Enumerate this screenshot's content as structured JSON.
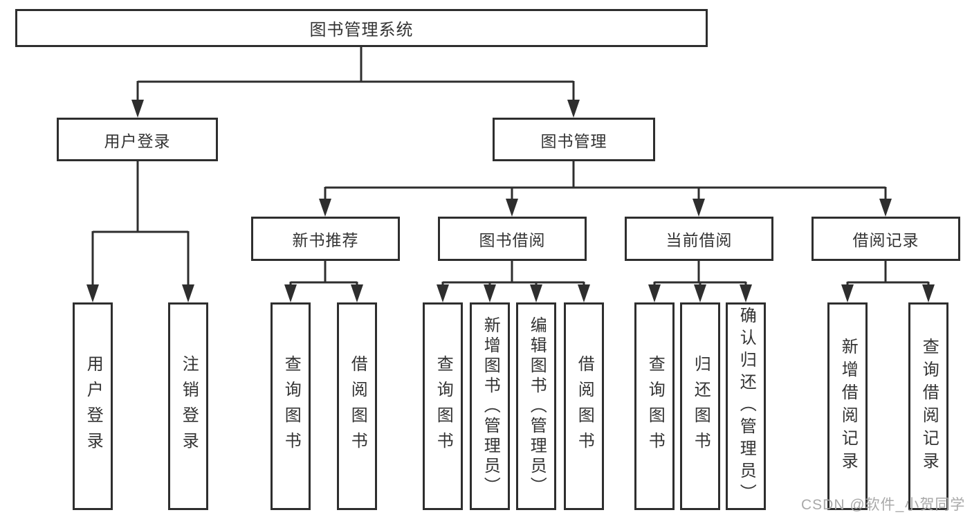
{
  "diagram": {
    "tree": {
      "label": "图书管理系统",
      "children": [
        {
          "label": "用户登录",
          "children": [
            {
              "label": "用户登录"
            },
            {
              "label": "注销登录"
            }
          ]
        },
        {
          "label": "图书管理",
          "children": [
            {
              "label": "新书推荐",
              "children": [
                {
                  "label": "查询图书"
                },
                {
                  "label": "借阅图书"
                }
              ]
            },
            {
              "label": "图书借阅",
              "children": [
                {
                  "label": "查询图书"
                },
                {
                  "label": "新增图书（管理员）"
                },
                {
                  "label": "编辑图书（管理员）"
                },
                {
                  "label": "借阅图书"
                }
              ]
            },
            {
              "label": "当前借阅",
              "children": [
                {
                  "label": "查询图书"
                },
                {
                  "label": "归还图书"
                },
                {
                  "label": "确认归还（管理员）"
                }
              ]
            },
            {
              "label": "借阅记录",
              "children": [
                {
                  "label": "新增借阅记录"
                },
                {
                  "label": "查询借阅记录"
                }
              ]
            }
          ]
        }
      ]
    },
    "colors": {
      "line": "#2e2e2e",
      "box_background": "#ffffff",
      "text": "#333333",
      "watermark": "#a9a9a9"
    }
  },
  "watermark": {
    "text": "CSDN @软件_小贺同学"
  }
}
